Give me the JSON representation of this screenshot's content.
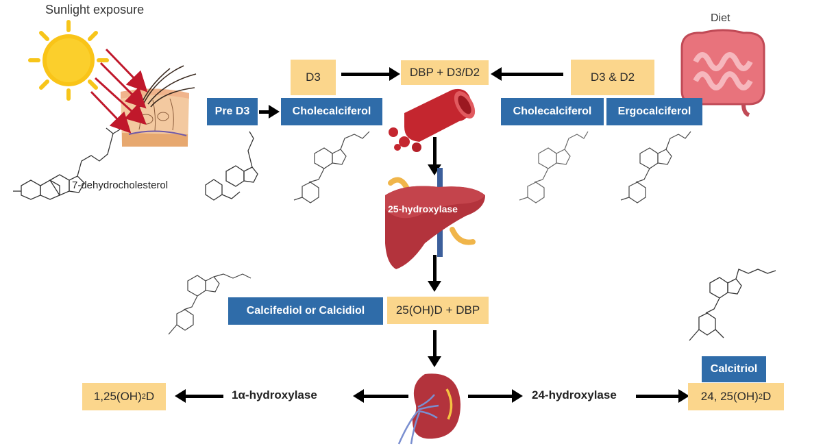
{
  "labels": {
    "sunlight": "Sunlight exposure",
    "diet": "Diet",
    "dehydrocholesterol": "7-dehydrocholesterol",
    "hydroxylase25": "25-hydroxylase",
    "hydroxylase1a": "1α-hydroxylase",
    "hydroxylase24": "24-hydroxylase"
  },
  "boxes": {
    "d3": "D3",
    "dbp_d3_d2": "DBP + D3/D2",
    "d3_d2": "D3 & D2",
    "pre_d3": "Pre D3",
    "cholecalciferol_left": "Cholecalciferol",
    "cholecalciferol_right": "Cholecalciferol",
    "ergocalciferol": "Ergocalciferol",
    "calcifediol": "Calcifediol or Calcidiol",
    "oh_d_dbp": "25(OH)D + DBP",
    "calcitriol": "Calcitriol",
    "oh2d_125": "1,25(OH)",
    "oh2d_125_sub": "2",
    "oh2d_125_tail": "D",
    "oh2d_2425": "24, 25(OH)",
    "oh2d_2425_sub": "2",
    "oh2d_2425_tail": "D"
  },
  "icons": {
    "sun": "sun-icon",
    "skin": "skin-icon",
    "intestine": "intestine-icon",
    "blood_vessel": "blood-vessel-icon",
    "liver": "liver-icon",
    "kidney": "kidney-icon",
    "molecule": "molecule-structure-icon"
  },
  "colors": {
    "yellow_box": "#fbd68c",
    "blue_box": "#2f6ca9",
    "sun": "#f7c51a",
    "ray": "#c0182b",
    "organ_red": "#b3333c",
    "intestine": "#e4707a",
    "arrow": "#000000"
  }
}
